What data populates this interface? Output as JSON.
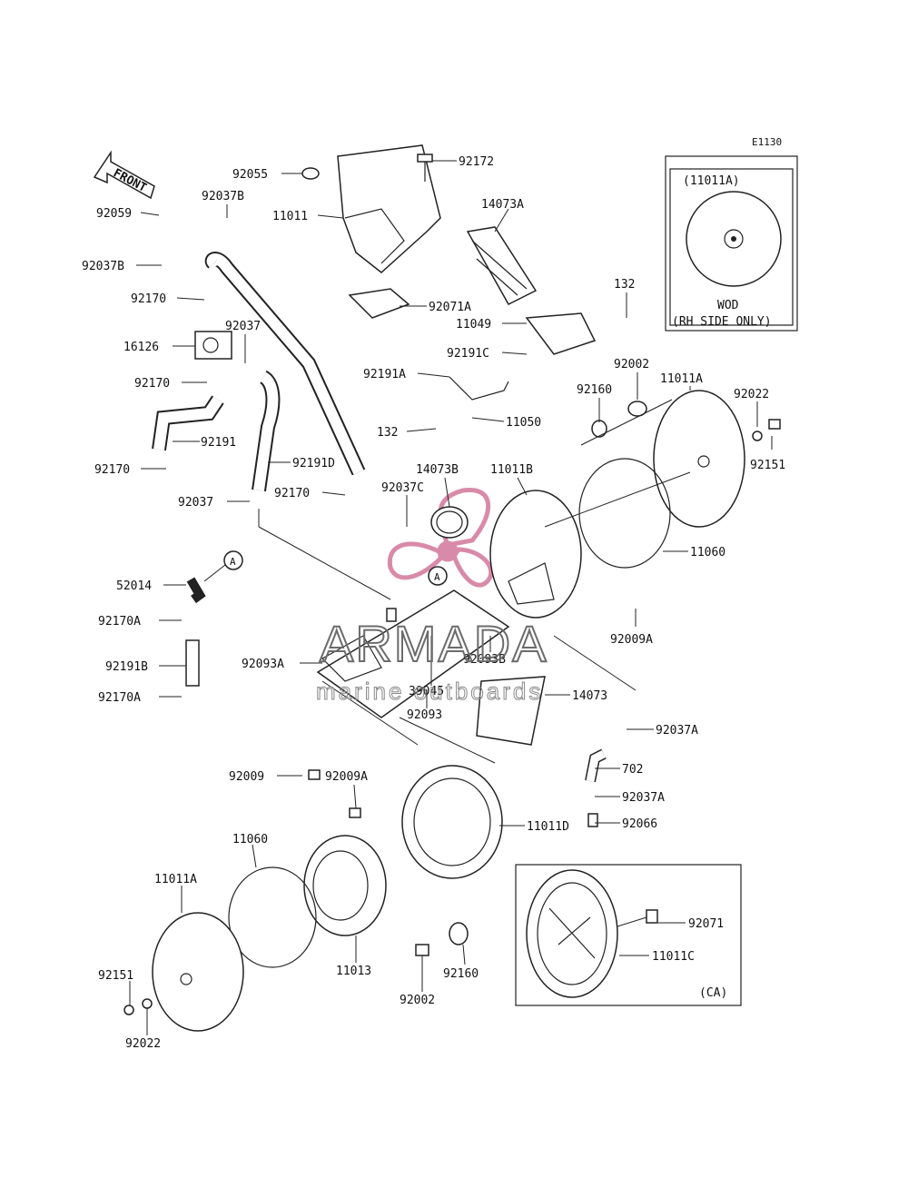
{
  "diagram": {
    "code": "E1130",
    "front_label": "FRONT",
    "watermark": {
      "brand": "ARMADA",
      "tagline": "marine outboards",
      "color": "#d98aa8"
    },
    "callout_letter": "A",
    "inset_top": {
      "ref": "(11011A)",
      "line1": "WOD",
      "line2": "(RH SIDE ONLY)"
    },
    "inset_bottom": {
      "tag": "(CA)"
    },
    "labels": [
      "92055",
      "92172",
      "92037B",
      "14073A",
      "11011",
      "92059",
      "92037B",
      "132",
      "92170",
      "92071A",
      "11049",
      "92037",
      "16126",
      "92191C",
      "92170",
      "92191A",
      "92002",
      "92160",
      "11011A",
      "92022",
      "132",
      "11050",
      "92191",
      "92170",
      "92151",
      "92191D",
      "14073B",
      "11011B",
      "92037C",
      "92037",
      "92170",
      "11060",
      "52014",
      "92170A",
      "92009A",
      "92093A",
      "92093B",
      "92191B",
      "39045",
      "92170A",
      "14073",
      "92093",
      "92037A",
      "702",
      "92009",
      "92009A",
      "92037A",
      "11011D",
      "92066",
      "11060",
      "11011A",
      "92071",
      "11011C",
      "11013",
      "92160",
      "92151",
      "92002",
      "92022"
    ]
  }
}
